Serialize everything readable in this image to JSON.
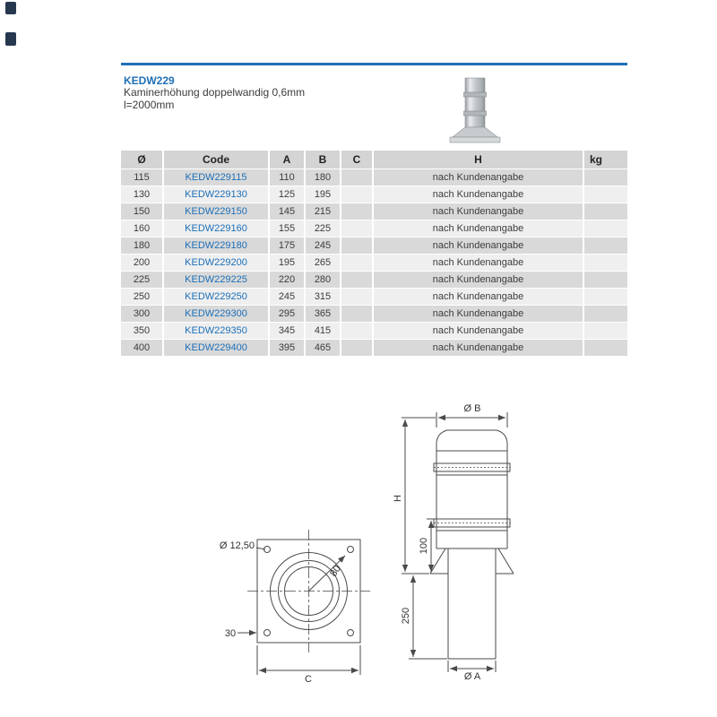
{
  "accent_color": "#1f6fb5",
  "header": {
    "title": "KEDW229",
    "description_line1": "Kaminerhöhung doppelwandig 0,6mm",
    "description_line2": "l=2000mm"
  },
  "table": {
    "headers": [
      "Ø",
      "Code",
      "A",
      "B",
      "C",
      "H",
      "kg"
    ],
    "rows": [
      {
        "d": "115",
        "code": "KEDW229115",
        "a": "110",
        "b": "180",
        "c": "",
        "h": "nach Kundenangabe",
        "kg": ""
      },
      {
        "d": "130",
        "code": "KEDW229130",
        "a": "125",
        "b": "195",
        "c": "",
        "h": "nach Kundenangabe",
        "kg": ""
      },
      {
        "d": "150",
        "code": "KEDW229150",
        "a": "145",
        "b": "215",
        "c": "",
        "h": "nach Kundenangabe",
        "kg": ""
      },
      {
        "d": "160",
        "code": "KEDW229160",
        "a": "155",
        "b": "225",
        "c": "",
        "h": "nach Kundenangabe",
        "kg": ""
      },
      {
        "d": "180",
        "code": "KEDW229180",
        "a": "175",
        "b": "245",
        "c": "",
        "h": "nach Kundenangabe",
        "kg": ""
      },
      {
        "d": "200",
        "code": "KEDW229200",
        "a": "195",
        "b": "265",
        "c": "",
        "h": "nach Kundenangabe",
        "kg": ""
      },
      {
        "d": "225",
        "code": "KEDW229225",
        "a": "220",
        "b": "280",
        "c": "",
        "h": "nach Kundenangabe",
        "kg": ""
      },
      {
        "d": "250",
        "code": "KEDW229250",
        "a": "245",
        "b": "315",
        "c": "",
        "h": "nach Kundenangabe",
        "kg": ""
      },
      {
        "d": "300",
        "code": "KEDW229300",
        "a": "295",
        "b": "365",
        "c": "",
        "h": "nach Kundenangabe",
        "kg": ""
      },
      {
        "d": "350",
        "code": "KEDW229350",
        "a": "345",
        "b": "415",
        "c": "",
        "h": "nach Kundenangabe",
        "kg": ""
      },
      {
        "d": "400",
        "code": "KEDW229400",
        "a": "395",
        "b": "465",
        "c": "",
        "h": "nach Kundenangabe",
        "kg": ""
      }
    ]
  },
  "drawings": {
    "top_view": {
      "hole_diameter_label": "Ø 12,50",
      "angle_label": "80",
      "offset_label": "30",
      "width_label": "C"
    },
    "side_view": {
      "top_diameter_label": "Ø B",
      "height_label": "H",
      "collar_height_label": "100",
      "lower_height_label": "250",
      "bottom_diameter_label": "Ø A"
    }
  }
}
